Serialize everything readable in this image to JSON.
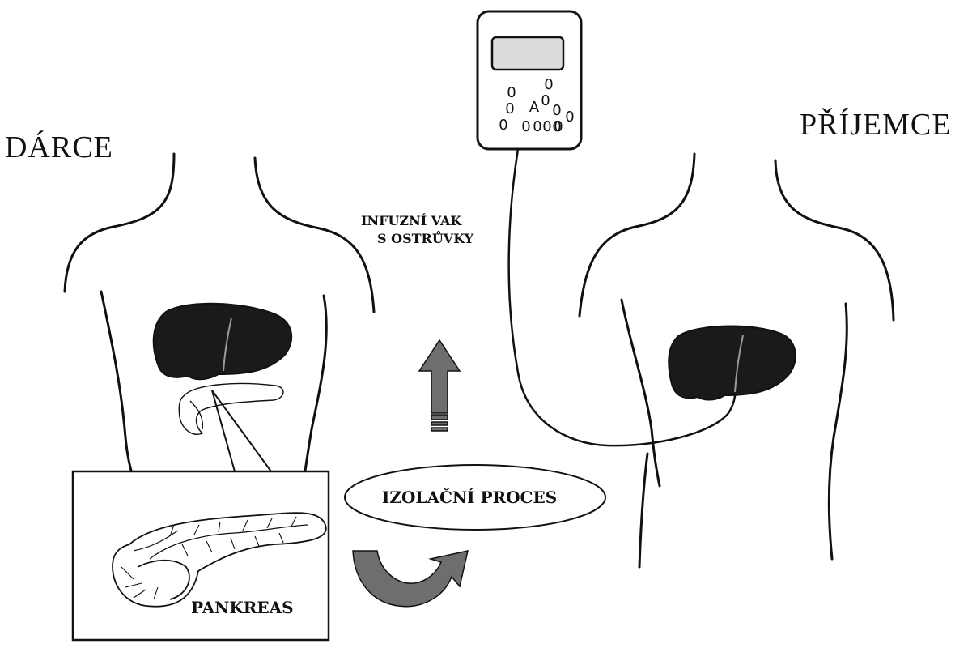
{
  "labels": {
    "donor": "DÁRCE",
    "recipient": "PŘÍJEMCE",
    "infusion_bag_line1": "INFUZNÍ VAK",
    "infusion_bag_line2": "S OSTRŮVKY",
    "isolation_process": "IZOLAČNÍ PROCES",
    "pancreas": "PANKREAS"
  },
  "device": {
    "keypad_keys": [
      "0",
      "0",
      "0",
      "A",
      "0",
      "0",
      "0",
      "0",
      "0",
      "0",
      "0",
      "0",
      "0"
    ]
  },
  "colors": {
    "ink": "#111111",
    "organ_fill": "#1a1a1a",
    "arrow_fill": "#6e6e6e",
    "screen_fill": "#dcdcdc"
  }
}
